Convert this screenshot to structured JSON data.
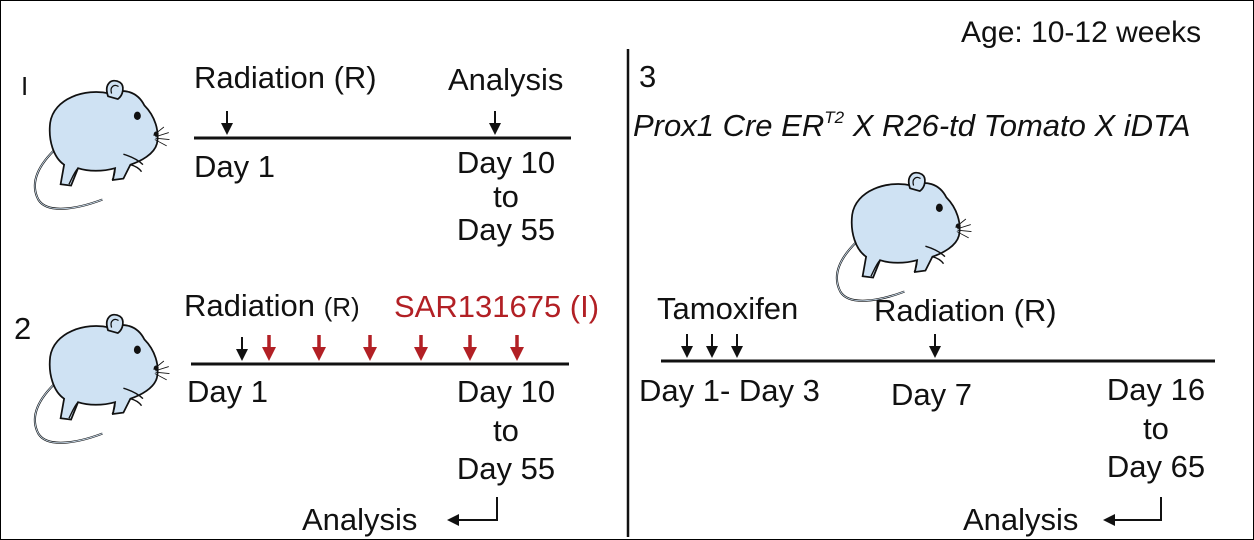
{
  "header": {
    "age": "Age: 10-12 weeks"
  },
  "colors": {
    "mouse_fill": "#cfe2f3",
    "outline": "#111111",
    "inhibitor": "#b22025"
  },
  "panel1": {
    "number": "I",
    "radiation": "Radiation (R)",
    "analysis": "Analysis",
    "day_start": "Day 1",
    "day_end_1": "Day 10",
    "day_end_2": "to",
    "day_end_3": "Day 55"
  },
  "panel2": {
    "number": "2",
    "radiation_main": "Radiation ",
    "radiation_r": "(R)",
    "inhibitor": "SAR131675 (I)",
    "day_start": "Day 1",
    "day_end_1": "Day 10",
    "day_end_2": "to",
    "day_end_3": "Day 55",
    "analysis": "Analysis"
  },
  "panel3": {
    "number": "3",
    "genotype_prefix": "Prox1 Cre ER",
    "genotype_sup": "T2",
    "genotype_suffix": " X R26-td Tomato X iDTA",
    "tamoxifen": "Tamoxifen",
    "radiation": "Radiation (R)",
    "day_tamoxifen": "Day 1- Day 3",
    "day_radiation": "Day 7",
    "day_end_1": "Day 16",
    "day_end_2": "to",
    "day_end_3": "Day 65",
    "analysis": "Analysis"
  }
}
